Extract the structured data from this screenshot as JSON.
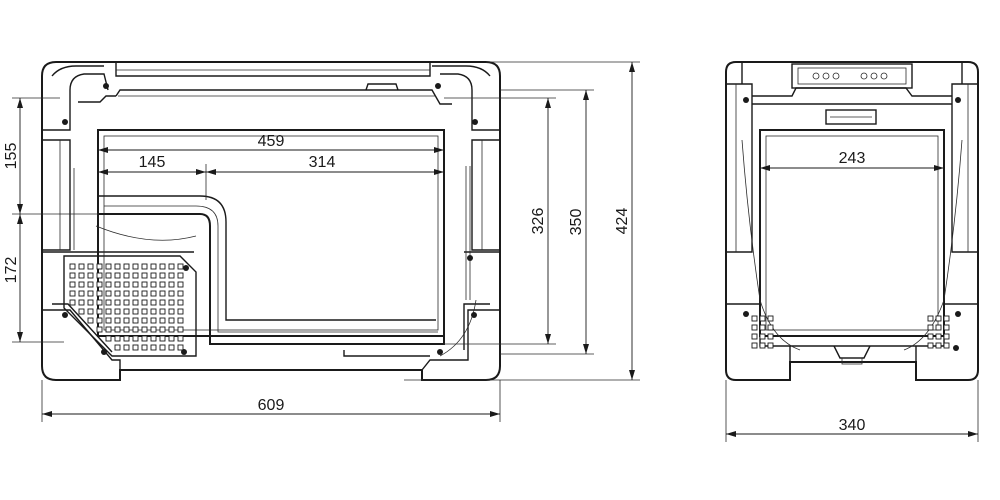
{
  "drawing": {
    "front": {
      "width_overall": "609",
      "height_overall": "424",
      "height_body": "350",
      "height_inner": "326",
      "width_inner": "459",
      "width_left": "145",
      "width_right": "314",
      "height_top": "155",
      "height_bottom": "172"
    },
    "side": {
      "width_overall": "340",
      "width_inner": "243"
    }
  }
}
